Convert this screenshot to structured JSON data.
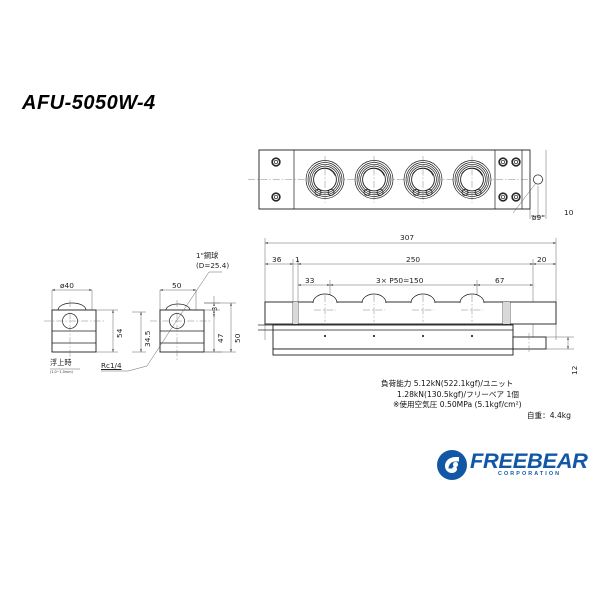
{
  "page": {
    "background": "#ffffff",
    "brand_color": "#1257a6"
  },
  "title": {
    "model": "AFU-5050W-4"
  },
  "views": {
    "top_view": {
      "name": "top-view",
      "ball_units": 4,
      "bolt_holes": 6
    },
    "side_view_left": {
      "name": "left-side-view",
      "label": "浮上時",
      "sub_label": "(1.0~1.5mm)"
    },
    "side_view_mid": {
      "name": "mid-side-view",
      "callout": "1\"鋼球",
      "callout_sub": "(D=25.4)",
      "port": "Rc1/4"
    },
    "front_view": {
      "name": "front-view"
    }
  },
  "dimensions": {
    "overall_length": "307",
    "left_offset": "36",
    "one": "1",
    "inner_span": "250",
    "right_offset": "20",
    "first_pitch": "33",
    "pitch_chain": "3× P50=150",
    "last_pitch": "67",
    "hole_dia": "ø9",
    "edge_10": "10",
    "base_thickness": "12",
    "flange_dia": "ø40",
    "height_54": "54",
    "width_50": "50",
    "height_34_5": "34.5",
    "gap_3": "3",
    "height_47": "47",
    "height_50": "50"
  },
  "specs": {
    "line1": "負荷能力  5.12kN(522.1kgf)/ユニット",
    "line2": "1.28kN(130.5kgf)/フリーベア 1個",
    "line3": "※使用空気圧  0.50MPa (5.1kgf/cm²)",
    "line4": "自重：4.4kg"
  },
  "logo": {
    "name": "FREEBEAR",
    "subtitle": "CORPORATION"
  }
}
